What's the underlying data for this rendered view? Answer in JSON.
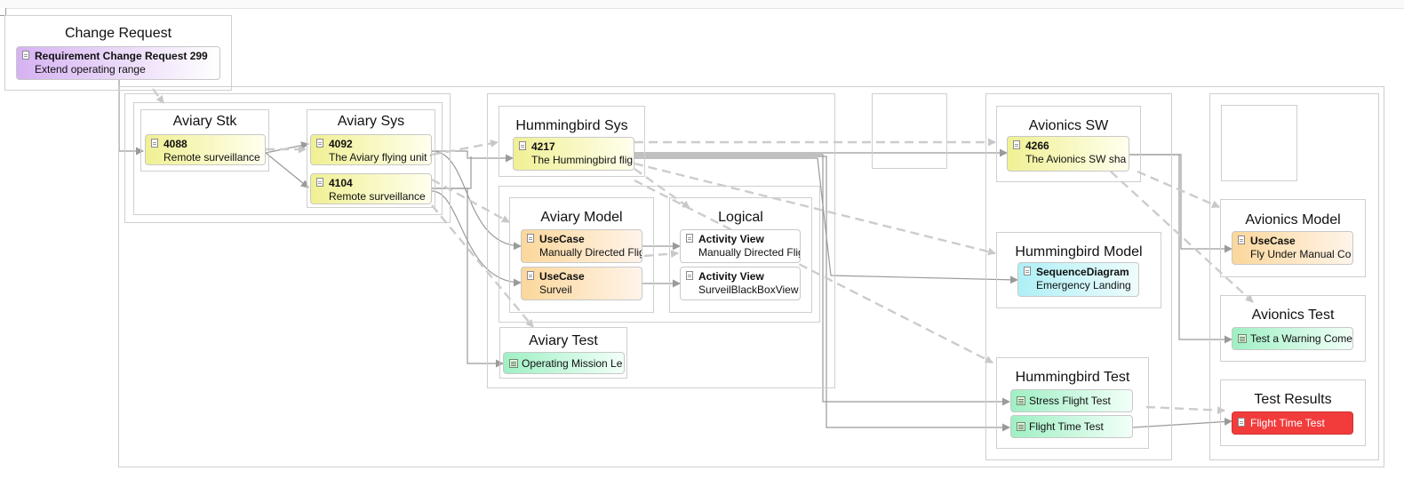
{
  "groups": {
    "change_request": "Change Request",
    "aviary_stk": "Aviary Stk",
    "aviary_sys": "Aviary Sys",
    "hummingbird_sys": "Hummingbird Sys",
    "aviary_model": "Aviary Model",
    "logical": "Logical",
    "aviary_test": "Aviary Test",
    "avionics_sw": "Avionics SW",
    "hummingbird_model": "Hummingbird Model",
    "hummingbird_test": "Hummingbird Test",
    "avionics_model": "Avionics Model",
    "avionics_test": "Avionics Test",
    "test_results": "Test Results"
  },
  "nodes": {
    "cr299": {
      "line1": "Requirement Change Request 299",
      "line2": "Extend operating range"
    },
    "r4088": {
      "line1": "4088",
      "line2": "Remote surveillance"
    },
    "r4092": {
      "line1": "4092",
      "line2": "The Aviary flying unit f"
    },
    "r4104": {
      "line1": "4104",
      "line2": "Remote surveillance"
    },
    "r4217": {
      "line1": "4217",
      "line2": "The Hummingbird flig"
    },
    "uc_manual": {
      "line1": "UseCase",
      "line2": "Manually Directed Flig"
    },
    "uc_surveil": {
      "line1": "UseCase",
      "line2": "Surveil"
    },
    "act_manual": {
      "line1": "Activity View",
      "line2": "Manually Directed Flig"
    },
    "act_surveil": {
      "line1": "Activity View",
      "line2": "SurveilBlackBoxView"
    },
    "t_operating": {
      "line1": "Operating Mission Le"
    },
    "r4266": {
      "line1": "4266",
      "line2": "The Avionics SW sha"
    },
    "seq_emergency": {
      "line1": "SequenceDiagram",
      "line2": "Emergency Landing"
    },
    "t_stress": {
      "line1": "Stress Flight Test"
    },
    "t_flight_time": {
      "line1": "Flight Time Test"
    },
    "uc_fly_manual": {
      "line1": "UseCase",
      "line2": "Fly Under Manual Co"
    },
    "t_warning": {
      "line1": "Test a Warning Come"
    },
    "res_flight_time": {
      "line1": "Flight Time Test"
    }
  },
  "colors": {
    "requirement": "#f0f094",
    "usecase": "#fbd79b",
    "sequence": "#aef0f6",
    "test": "#9ff0c4",
    "change_request": "#d5b2f2",
    "failed_result": "#f23c3c",
    "trace_solid": "#9a9a9a",
    "trace_dashed": "#cccccc"
  }
}
